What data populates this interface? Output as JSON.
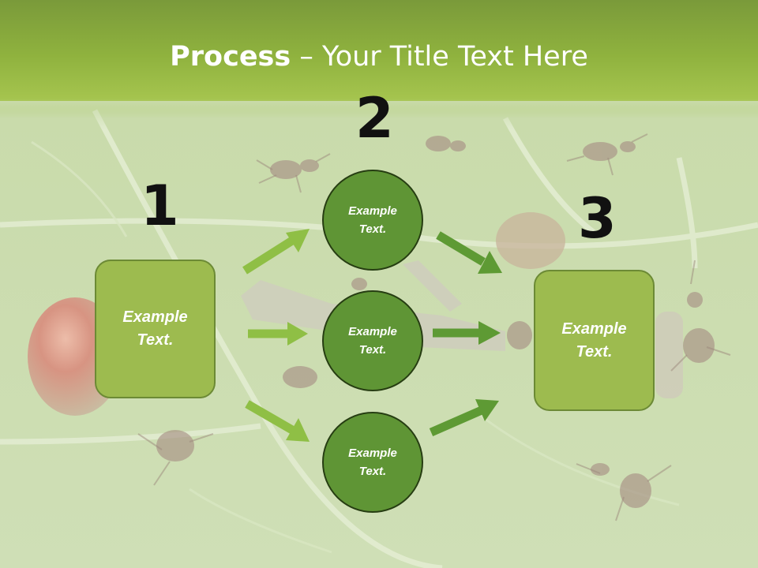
{
  "title": {
    "bold": "Process",
    "rest": " – Your Title Text Here"
  },
  "step_numbers": [
    "1",
    "2",
    "3"
  ],
  "left_box": {
    "line1": "Example",
    "line2": "Text."
  },
  "circles": [
    {
      "line1": "Example",
      "line2": "Text."
    },
    {
      "line1": "Example",
      "line2": "Text."
    },
    {
      "line1": "Example",
      "line2": "Text."
    }
  ],
  "right_box": {
    "line1": "Example",
    "line2": "Text."
  },
  "colors": {
    "box_fill": "#9dbb4f",
    "circle_fill": "#5f9535",
    "arrow_light": "#8fbf45",
    "arrow_dark": "#5e9a34",
    "header_band": "#8fb23e"
  },
  "background_picture": "ants-on-green-leaf"
}
